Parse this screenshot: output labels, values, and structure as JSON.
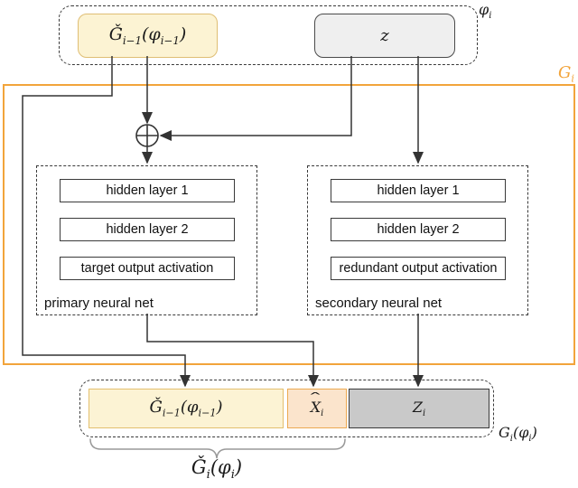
{
  "colors": {
    "frame_orange": "#F2A43B",
    "yellow_fill": "#FCF3D3",
    "yellow_border": "#DFBE74",
    "peach_fill": "#FBE4CC",
    "peach_border": "#ECA951",
    "light_gray_fill": "#EFEFEF",
    "dark_gray_fill": "#C9C9C9",
    "line_color": "#333333",
    "brace_color": "#999999"
  },
  "top_group": {
    "phi_label": {
      "main": "φ",
      "sub": "i"
    },
    "g_prev": {
      "t1": "Ǧ",
      "s1": "i−1",
      "t2": "(φ",
      "s2": "i−1",
      "t3": ")"
    },
    "z_label": "z"
  },
  "generator": {
    "label": {
      "main": "G",
      "sub": "i"
    }
  },
  "primary_net": {
    "layers": [
      "hidden layer 1",
      "hidden layer 2",
      "target output activation"
    ],
    "caption": "primary neural net"
  },
  "secondary_net": {
    "layers": [
      "hidden layer 1",
      "hidden layer 2",
      "redundant output activation"
    ],
    "caption": "secondary neural net"
  },
  "output_group": {
    "g_prev": {
      "t1": "Ǧ",
      "s1": "i−1",
      "t2": "(φ",
      "s2": "i−1",
      "t3": ")"
    },
    "x_hat": {
      "hat": "ˆ",
      "main": "X",
      "sub": "i"
    },
    "z_out": {
      "main": "Z",
      "sub": "i"
    },
    "group_label": {
      "t1": "G",
      "s1": "i",
      "t2": "(φ",
      "s2": "i",
      "t3": ")"
    }
  },
  "brace_label": {
    "t1": "Ǧ",
    "s1": "i",
    "t2": "(φ",
    "s2": "i",
    "t3": ")"
  },
  "icons": {
    "combine": "xor-plus-circle",
    "arrows": "directed-connection-arrows",
    "brace": "under-brace"
  }
}
